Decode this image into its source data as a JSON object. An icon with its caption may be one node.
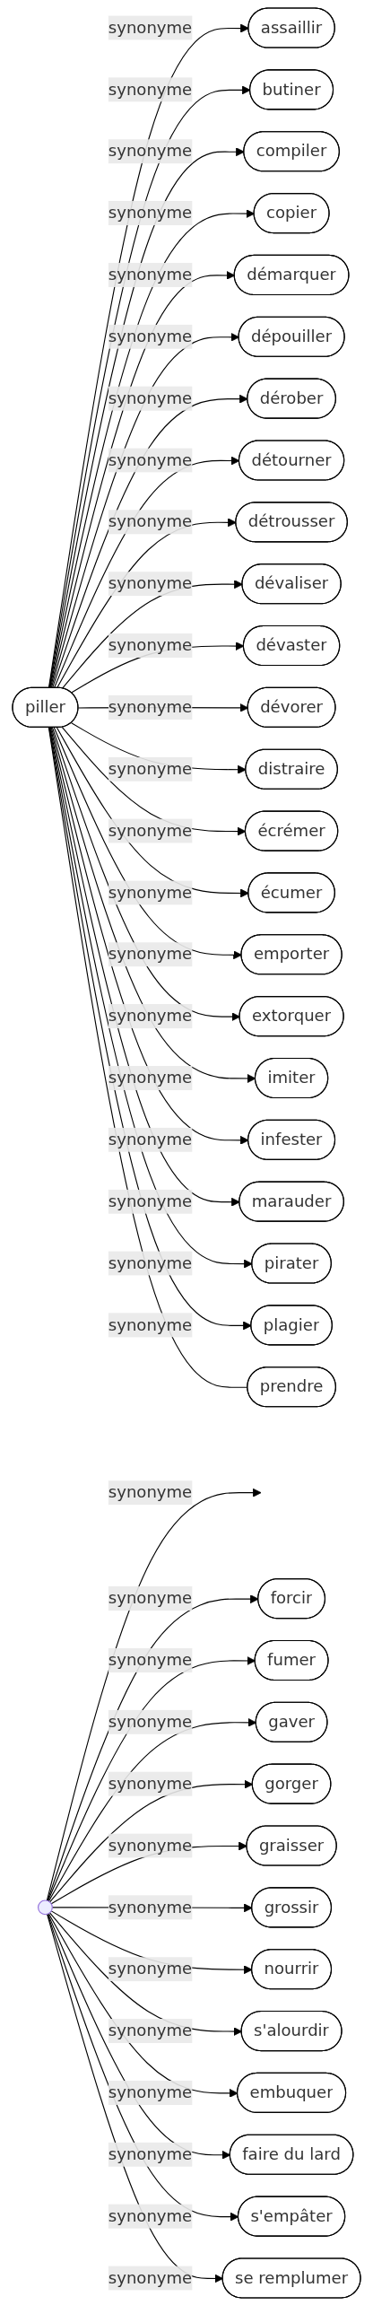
{
  "diagram": {
    "nodes": [
      {
        "text": [
          "piller"
        ]
      },
      {
        "text": [
          "assaillir"
        ]
      },
      {
        "text": [
          "butiner"
        ]
      },
      {
        "text": [
          "compiler"
        ]
      },
      {
        "text": [
          "copier"
        ]
      },
      {
        "text": [
          "démarquer"
        ]
      },
      {
        "text": [
          "dépouiller"
        ]
      },
      {
        "text": [
          "dérober"
        ]
      },
      {
        "text": [
          "détourner"
        ]
      },
      {
        "text": [
          "détrousser"
        ]
      },
      {
        "text": [
          "dévaliser"
        ]
      },
      {
        "text": [
          "dévaster"
        ]
      },
      {
        "text": [
          "dévorer"
        ]
      },
      {
        "text": [
          "distraire"
        ]
      },
      {
        "text": [
          "écrémer"
        ]
      },
      {
        "text": [
          "écumer"
        ]
      },
      {
        "text": [
          "emporter"
        ]
      },
      {
        "text": [
          "extorquer"
        ]
      },
      {
        "text": [
          "imiter"
        ]
      },
      {
        "text": [
          "infester"
        ]
      },
      {
        "text": [
          "marauder"
        ]
      },
      {
        "text": [
          "pirater"
        ]
      },
      {
        "text": [
          "plagier"
        ]
      },
      {
        "text": [
          "prendre"
        ]
      },
      {
        "text": [
          "forcir"
        ]
      },
      {
        "text": [
          "fumer"
        ]
      },
      {
        "text": [
          "gaver"
        ]
      },
      {
        "text": [
          "gorger"
        ]
      },
      {
        "text": [
          "graisser"
        ]
      },
      {
        "text": [
          "grossir"
        ]
      },
      {
        "text": [
          "nourrir"
        ]
      },
      {
        "text": [
          "s'alourdir"
        ]
      },
      {
        "text": [
          "embuquer"
        ]
      },
      {
        "text": [
          "faire du lard"
        ]
      },
      {
        "text": [
          "s'empâter"
        ]
      },
      {
        "text": [
          "se remplumer"
        ]
      },
      {
        "text": [],
        "shape": "point"
      }
    ],
    "edges": [
      {
        "from": 0,
        "to": 1,
        "label": "synonyme",
        "arrow": "to"
      },
      {
        "from": 0,
        "to": 2,
        "label": "synonyme",
        "arrow": "to"
      },
      {
        "from": 0,
        "to": 3,
        "label": "synonyme",
        "arrow": "to"
      },
      {
        "from": 0,
        "to": 4,
        "label": "synonyme",
        "arrow": "to"
      },
      {
        "from": 0,
        "to": 5,
        "label": "synonyme",
        "arrow": "to"
      },
      {
        "from": 0,
        "to": 6,
        "label": "synonyme",
        "arrow": "to"
      },
      {
        "from": 0,
        "to": 7,
        "label": "synonyme",
        "arrow": "to"
      },
      {
        "from": 0,
        "to": 8,
        "label": "synonyme",
        "arrow": "to"
      },
      {
        "from": 0,
        "to": 9,
        "label": "synonyme",
        "arrow": "to"
      },
      {
        "from": 0,
        "to": 10,
        "label": "synonyme",
        "arrow": "to"
      },
      {
        "from": 0,
        "to": 11,
        "label": "synonyme",
        "arrow": "to"
      },
      {
        "from": 0,
        "to": 12,
        "label": "synonyme",
        "arrow": "to"
      },
      {
        "from": 0,
        "to": 13,
        "label": "synonyme",
        "arrow": "to"
      },
      {
        "from": 0,
        "to": 14,
        "label": "synonyme",
        "arrow": "to"
      },
      {
        "from": 0,
        "to": 15,
        "label": "synonyme",
        "arrow": "to"
      },
      {
        "from": 0,
        "to": 16,
        "label": "synonyme",
        "arrow": "to"
      },
      {
        "from": 0,
        "to": 17,
        "label": "synonyme",
        "arrow": "to"
      },
      {
        "from": 0,
        "to": 18,
        "label": "synonyme",
        "arrow": "to"
      },
      {
        "from": 0,
        "to": 19,
        "label": "synonyme",
        "arrow": "to"
      },
      {
        "from": 0,
        "to": 20,
        "label": "synonyme",
        "arrow": "to"
      },
      {
        "from": 0,
        "to": 21,
        "label": "synonyme",
        "arrow": "to"
      },
      {
        "from": 0,
        "to": 22,
        "label": "synonyme",
        "arrow": "to"
      },
      {
        "from": 0,
        "to": 23,
        "arrow": "none"
      },
      {
        "from": 36,
        "to": null,
        "label": "synonyme",
        "arrow": "to"
      },
      {
        "from": 36,
        "to": 24,
        "label": "synonyme",
        "arrow": "to"
      },
      {
        "from": 36,
        "to": 25,
        "label": "synonyme",
        "arrow": "to"
      },
      {
        "from": 36,
        "to": 26,
        "label": "synonyme",
        "arrow": "to"
      },
      {
        "from": 36,
        "to": 27,
        "label": "synonyme",
        "arrow": "to"
      },
      {
        "from": 36,
        "to": 28,
        "label": "synonyme",
        "arrow": "to"
      },
      {
        "from": 36,
        "to": 29,
        "label": "synonyme",
        "arrow": "to"
      },
      {
        "from": 36,
        "to": 30,
        "label": "synonyme",
        "arrow": "to"
      },
      {
        "from": 36,
        "to": 31,
        "label": "synonyme",
        "arrow": "to"
      },
      {
        "from": 36,
        "to": 32,
        "label": "synonyme",
        "arrow": "to"
      },
      {
        "from": 36,
        "to": 33,
        "label": "synonyme",
        "arrow": "to"
      },
      {
        "from": 36,
        "to": 34,
        "label": "synonyme",
        "arrow": "to"
      },
      {
        "from": 36,
        "to": 35,
        "label": "synonyme",
        "arrow": "to"
      }
    ]
  }
}
